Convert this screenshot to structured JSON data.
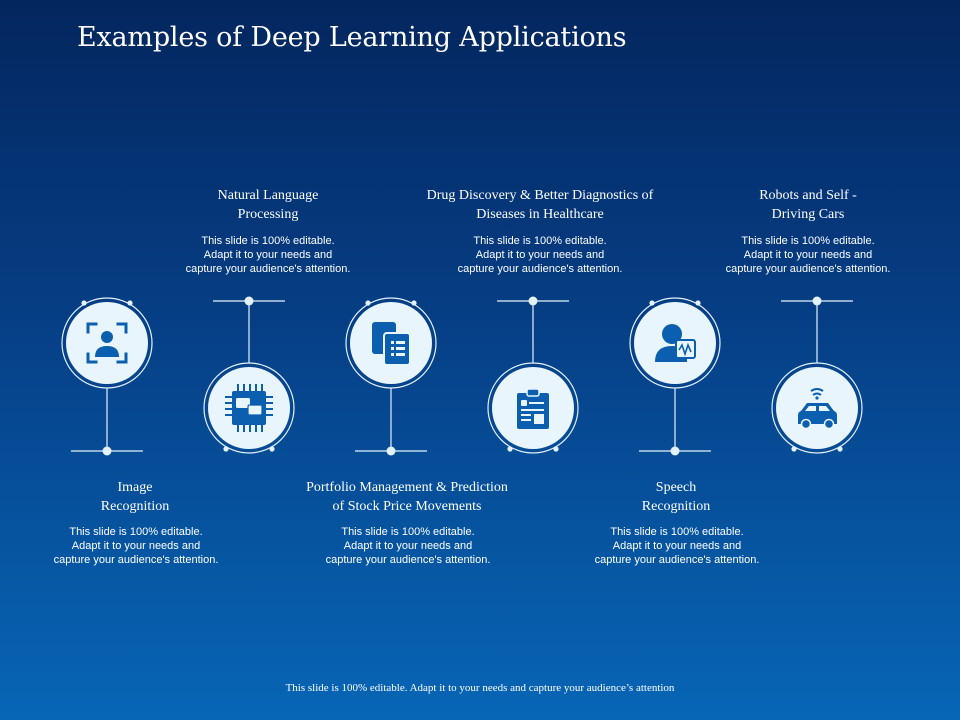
{
  "slide": {
    "title": "Examples of Deep Learning Applications",
    "footer": "This slide is 100% editable. Adapt it to your needs and capture your audience’s attention"
  },
  "items": [
    {
      "heading_line1": "Image",
      "heading_line2": "Recognition",
      "body_line1": "This slide is 100% editable.",
      "body_line2": "Adapt it to your needs and",
      "body_line3": "capture your audience's attention.",
      "icon": "face-scan-icon"
    },
    {
      "heading_line1": "Natural Language",
      "heading_line2": "Processing",
      "body_line1": "This slide is 100% editable.",
      "body_line2": "Adapt it to your needs and",
      "body_line3": "capture your audience's attention.",
      "icon": "chip-chat-icon"
    },
    {
      "heading_line1": "Portfolio Management & Prediction",
      "heading_line2": "of Stock Price Movements",
      "body_line1": "This slide is 100% editable.",
      "body_line2": "Adapt it to your needs and",
      "body_line3": "capture your audience's attention.",
      "icon": "documents-icon"
    },
    {
      "heading_line1": "Drug Discovery & Better Diagnostics of",
      "heading_line2": "Diseases in Healthcare",
      "body_line1": "This slide is 100% editable.",
      "body_line2": "Adapt it to your needs and",
      "body_line3": "capture your audience's attention.",
      "icon": "clipboard-icon"
    },
    {
      "heading_line1": "Speech",
      "heading_line2": "Recognition",
      "body_line1": "This slide is 100% editable.",
      "body_line2": "Adapt it to your needs and",
      "body_line3": "capture your audience's attention.",
      "icon": "speech-person-icon"
    },
    {
      "heading_line1": "Robots and Self -",
      "heading_line2": "Driving Cars",
      "body_line1": "This slide is 100% editable.",
      "body_line2": "Adapt it to your needs and",
      "body_line3": "capture your audience's attention.",
      "icon": "smart-car-icon"
    }
  ],
  "colors": {
    "background_top": "#04265e",
    "background_bottom": "#0766b6",
    "circle_fill": "#e8f5fd",
    "icon": "#0b5fae",
    "line": "#e3f1fb"
  }
}
